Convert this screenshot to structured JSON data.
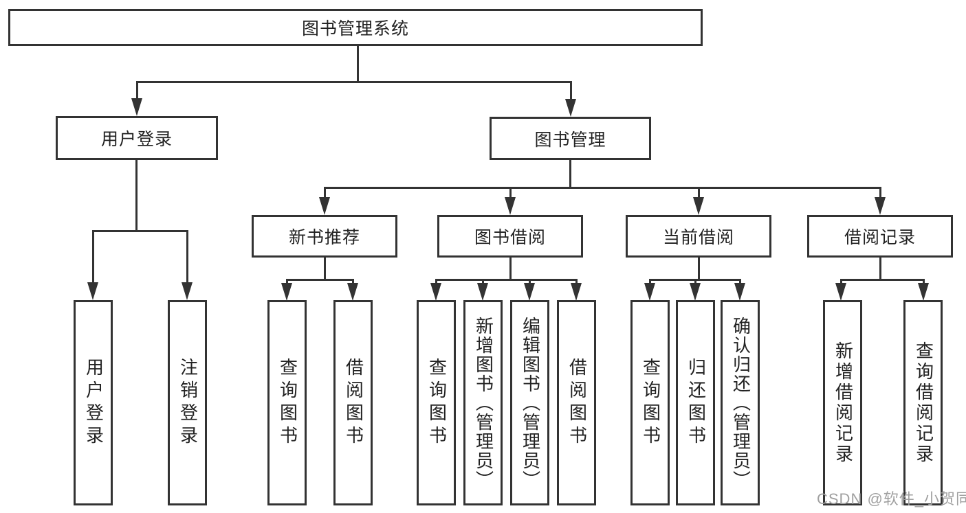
{
  "tree": {
    "root": "图书管理系统",
    "user_login": {
      "label": "用户登录",
      "children": [
        "用户登录",
        "注销登录"
      ]
    },
    "book_mgmt": {
      "label": "图书管理",
      "children": {
        "new_books": {
          "label": "新书推荐",
          "children": [
            "查询图书",
            "借阅图书"
          ]
        },
        "borrow": {
          "label": "图书借阅",
          "children": [
            "查询图书",
            "新增图书（管理员）",
            "编辑图书（管理员）",
            "借阅图书"
          ]
        },
        "current": {
          "label": "当前借阅",
          "children": [
            "查询图书",
            "归还图书",
            "确认归还（管理员）"
          ]
        },
        "records": {
          "label": "借阅记录",
          "children": [
            "新增借阅记录",
            "查询借阅记录"
          ]
        }
      }
    }
  },
  "watermark": "CSDN @软件_小贺同学",
  "colors": {
    "line": "#333333",
    "box_background": "#ffffff",
    "text": "#222222",
    "watermark": "#a0a0a0"
  }
}
